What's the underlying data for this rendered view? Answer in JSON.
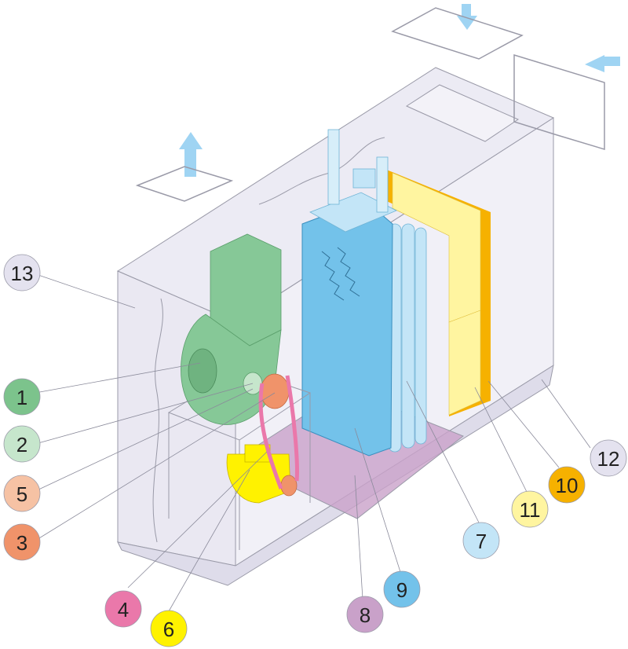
{
  "callouts": [
    {
      "id": "1",
      "label": "1",
      "color": "#7cc38c"
    },
    {
      "id": "2",
      "label": "2",
      "color": "#c6e6cc"
    },
    {
      "id": "3",
      "label": "3",
      "color": "#f0936a"
    },
    {
      "id": "4",
      "label": "4",
      "color": "#ea78aa"
    },
    {
      "id": "5",
      "label": "5",
      "color": "#f6c2a4"
    },
    {
      "id": "6",
      "label": "6",
      "color": "#fff200"
    },
    {
      "id": "7",
      "label": "7",
      "color": "#c3e5f7"
    },
    {
      "id": "8",
      "label": "8",
      "color": "#c9a1c9"
    },
    {
      "id": "9",
      "label": "9",
      "color": "#73c2ea"
    },
    {
      "id": "10",
      "label": "10",
      "color": "#f6b100"
    },
    {
      "id": "11",
      "label": "11",
      "color": "#fff5a0"
    },
    {
      "id": "12",
      "label": "12",
      "color": "#e4e2ef"
    },
    {
      "id": "13",
      "label": "13",
      "color": "#e4e2ef"
    }
  ],
  "colors": {
    "cabinet": "#e6e4f0",
    "cabinet_edge": "#9a9aa8",
    "fan": "#86c897",
    "motor": "#fff200",
    "belt": "#ea78aa",
    "pulley": "#f0936a",
    "coil": "#73c2ea",
    "coil_light": "#c3e5f7",
    "drain_pan": "#c9a1c9",
    "filter": "#fff5a0",
    "filter_frame": "#f6b100",
    "arrow": "#9fd4f3"
  }
}
